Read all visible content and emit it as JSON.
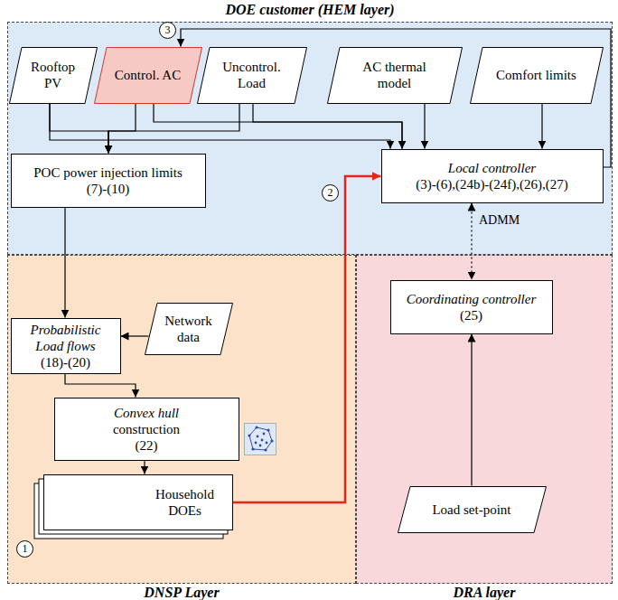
{
  "diagram": {
    "nodes": [
      {
        "text": [
          "DOE customer (HEM layer)"
        ]
      },
      {
        "text": [
          "Rooftop PV"
        ],
        "in": 0
      },
      {
        "text": [
          "Control. AC"
        ],
        "in": 0
      },
      {
        "text": [
          "Uncontrol. Load"
        ],
        "in": 0
      },
      {
        "text": [
          "AC thermal model"
        ],
        "in": 0
      },
      {
        "text": [
          "Comfort limits"
        ],
        "in": 0
      },
      {
        "text": [
          "POC power injection limits",
          "(7)-(10)"
        ],
        "in": 0
      },
      {
        "text": [
          "Local controller",
          "(3)-(6),(24b)-(24f),(26),(27)"
        ],
        "in": 0
      },
      {
        "text": [
          "DNSP Layer"
        ]
      },
      {
        "text": [
          "Probabilistic Load flows",
          "(18)-(20)"
        ],
        "in": 8
      },
      {
        "text": [
          "Network data"
        ],
        "in": 8
      },
      {
        "text": [
          "Convex hull",
          "construction",
          "(22)"
        ],
        "in": 8
      },
      {
        "text": [
          "Household DOEs"
        ],
        "in": 8
      },
      {
        "text": [
          "DRA layer"
        ]
      },
      {
        "text": [
          "Coordinating controller",
          "(25)"
        ],
        "in": 13
      },
      {
        "text": [
          "Load set-point"
        ],
        "in": 13
      }
    ],
    "edges": [
      {
        "from": 1,
        "to": 6,
        "arrow": "to"
      },
      {
        "from": 2,
        "to": 6,
        "arrow": "to"
      },
      {
        "from": 3,
        "to": 6,
        "arrow": "to"
      },
      {
        "from": 1,
        "to": 7,
        "arrow": "to"
      },
      {
        "from": 2,
        "to": 7,
        "arrow": "to"
      },
      {
        "from": 3,
        "to": 7,
        "arrow": "to"
      },
      {
        "from": 4,
        "to": 7,
        "arrow": "to"
      },
      {
        "from": 5,
        "to": 7,
        "arrow": "to"
      },
      {
        "from": 7,
        "to": 2,
        "arrow": "to"
      },
      {
        "from": 6,
        "to": 9,
        "arrow": "to"
      },
      {
        "from": 10,
        "to": 9,
        "arrow": "to"
      },
      {
        "from": 9,
        "to": 11,
        "arrow": "to"
      },
      {
        "from": 11,
        "to": 12,
        "arrow": "to"
      },
      {
        "from": 12,
        "to": 7,
        "arrow": "to"
      },
      {
        "from": 7,
        "to": 14,
        "label": "ADMM",
        "arrow": "both"
      },
      {
        "from": 15,
        "to": 14,
        "arrow": "to"
      }
    ],
    "labels": [
      "3",
      "2",
      "1"
    ]
  }
}
